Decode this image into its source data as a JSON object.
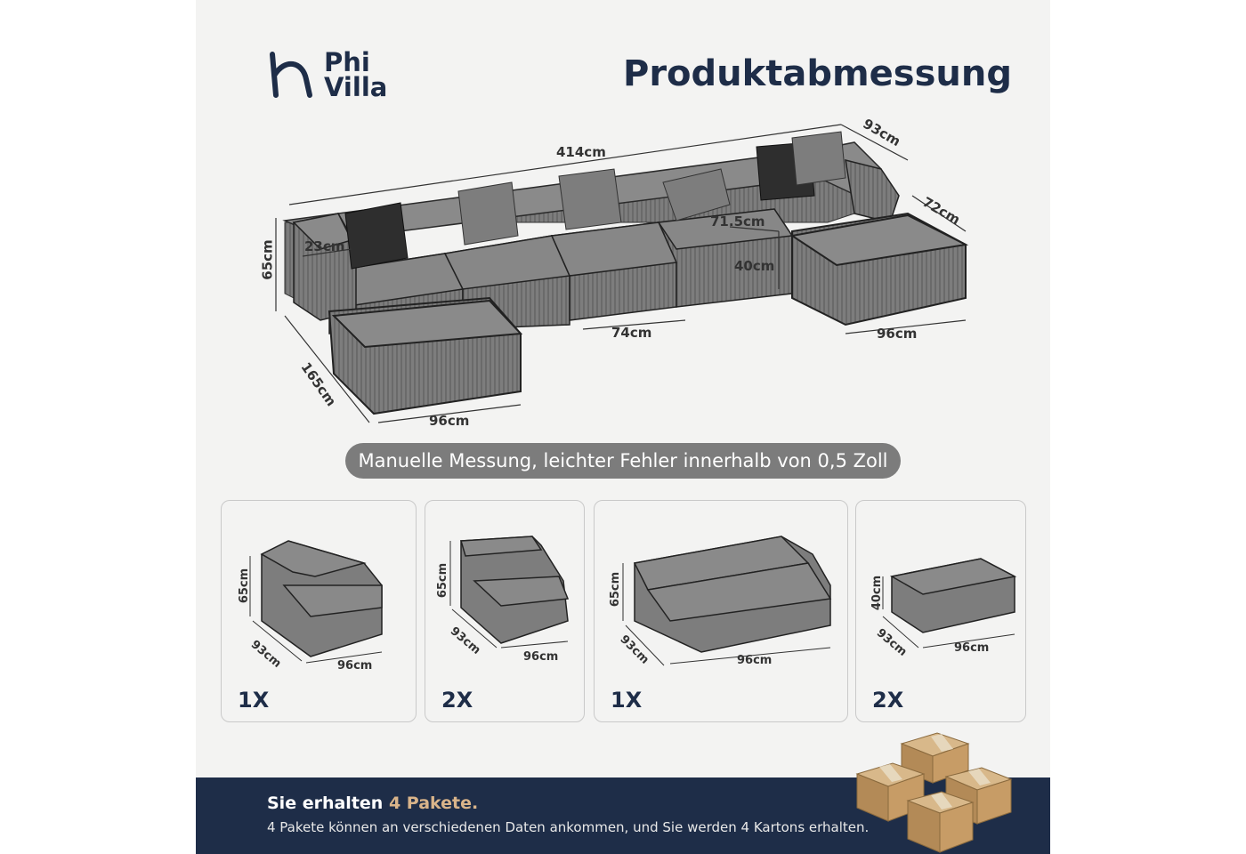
{
  "brand": {
    "line1": "Phi",
    "line2": "Villa"
  },
  "title": "Produktabmessung",
  "dimensions": {
    "total_length": "414cm",
    "depth_top": "93cm",
    "ottoman_depth": "72cm",
    "height": "65cm",
    "arm_width": "23cm",
    "back_height": "71.5cm",
    "seat_height": "40cm",
    "middle_width": "74cm",
    "right_ottoman_width": "96cm",
    "left_depth": "165cm",
    "left_ottoman_width": "96cm"
  },
  "note": "Manuelle Messung, leichter Fehler innerhalb von 0,5 Zoll",
  "modules": [
    {
      "qty": "1X",
      "height": "65cm",
      "depth": "93cm",
      "width": "96cm"
    },
    {
      "qty": "2X",
      "height": "65cm",
      "depth": "93cm",
      "width": "96cm"
    },
    {
      "qty": "1X",
      "height": "65cm",
      "depth": "93cm",
      "width": "96cm"
    },
    {
      "qty": "2X",
      "height": "40cm",
      "depth": "93cm",
      "width": "96cm"
    }
  ],
  "footer": {
    "headline_prefix": "Sie erhalten ",
    "headline_highlight": "4 Pakete.",
    "subline": "4 Pakete können an verschiedenen Daten ankommen, und Sie werden 4 Kartons erhalten."
  },
  "colors": {
    "navy": "#1e2d48",
    "accent": "#d9b48a",
    "fabric": "#7a7a7a",
    "background": "#f3f3f2"
  }
}
